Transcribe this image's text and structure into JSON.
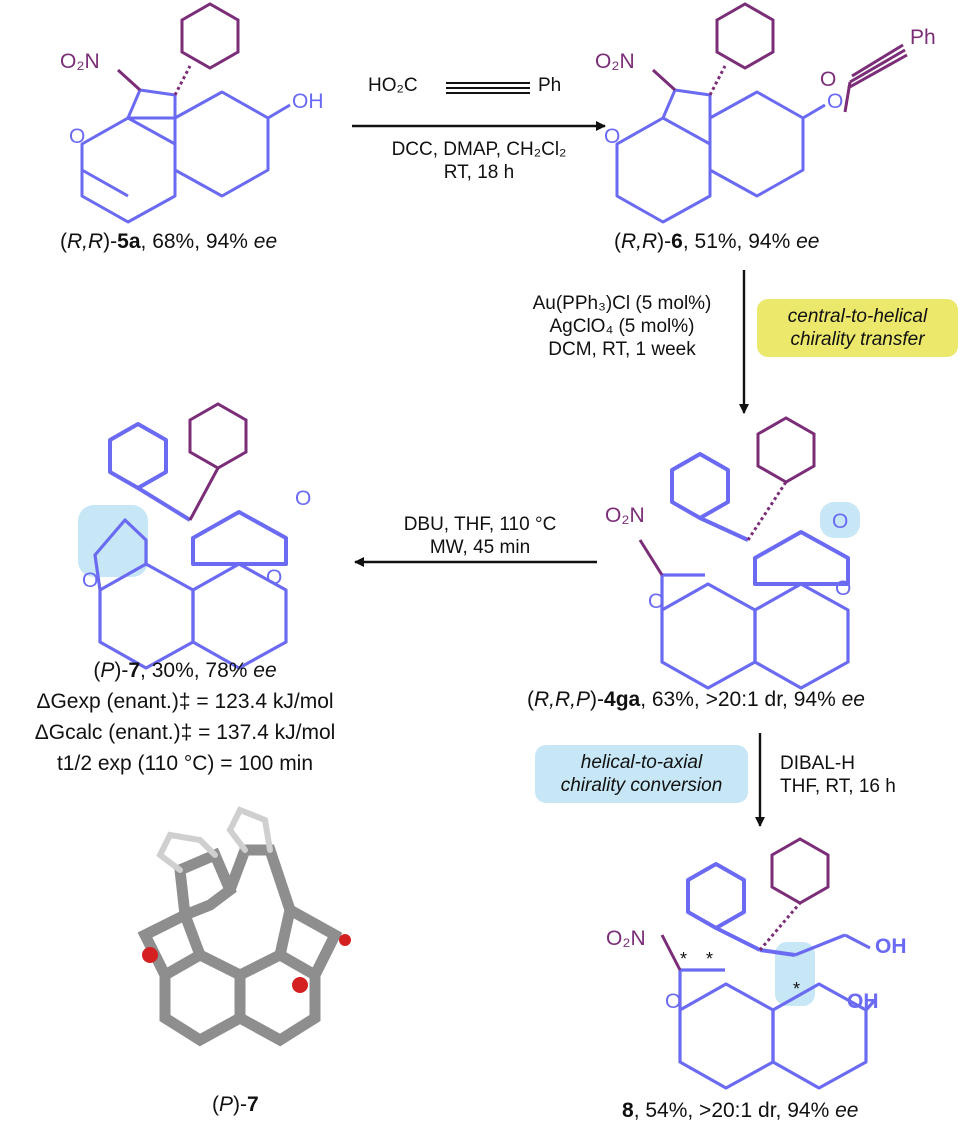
{
  "colors": {
    "scaffold": "#6a6af2",
    "substituent": "#7b2d78",
    "highlight_yellow": "#ece86c",
    "highlight_blue": "#c7e7f6",
    "model_carbon": "#9a9a9a",
    "model_oxygen": "#d42020"
  },
  "atoms": {
    "no2": "O₂N",
    "o": "O",
    "oh": "OH",
    "ph": "Ph",
    "ho2c": "HO₂C",
    "star": "*"
  },
  "step1": {
    "reagent": "HO₂C",
    "reagent_ph": "Ph",
    "cond_line1": "DCC, DMAP, CH₂Cl₂",
    "cond_line2": "RT, 18 h"
  },
  "step2": {
    "line1": "Au(PPh₃)Cl (5 mol%)",
    "line2": "AgClO₄ (5 mol%)",
    "line3": "DCM, RT, 1 week",
    "badge_line1": "central-to-helical",
    "badge_line2": "chirality transfer"
  },
  "step3": {
    "line1": "DBU, THF, 110 °C",
    "line2": "MW, 45 min"
  },
  "step4": {
    "line1": "DIBAL-H",
    "line2": "THF, RT, 16 h",
    "badge_line1": "helical-to-axial",
    "badge_line2": "chirality conversion"
  },
  "compounds": {
    "c5a": {
      "stereo": "R,R",
      "id": "5a",
      "rest": ", 68%, 94% ",
      "ee": "ee"
    },
    "c6": {
      "stereo": "R,R",
      "id": "6",
      "rest": ", 51%, 94% ",
      "ee": "ee"
    },
    "c4ga": {
      "stereo": "R,R,P",
      "id": "4ga",
      "rest": ", 63%, >20:1 dr, 94% ",
      "ee": "ee"
    },
    "c7": {
      "stereo": "P",
      "id": "7",
      "rest": ", 30%, 78% ",
      "ee": "ee",
      "dg_exp": "ΔGexp (enant.)‡ = 123.4 kJ/mol",
      "dg_calc": "ΔGcalc (enant.)‡ = 137.4 kJ/mol",
      "t_half": "t1/2 exp (110 °C) = 100 min"
    },
    "c7_model": {
      "stereo": "P",
      "id": "7"
    },
    "c8": {
      "id": "8",
      "rest": ", 54%, >20:1 dr, 94% ",
      "ee": "ee"
    }
  }
}
